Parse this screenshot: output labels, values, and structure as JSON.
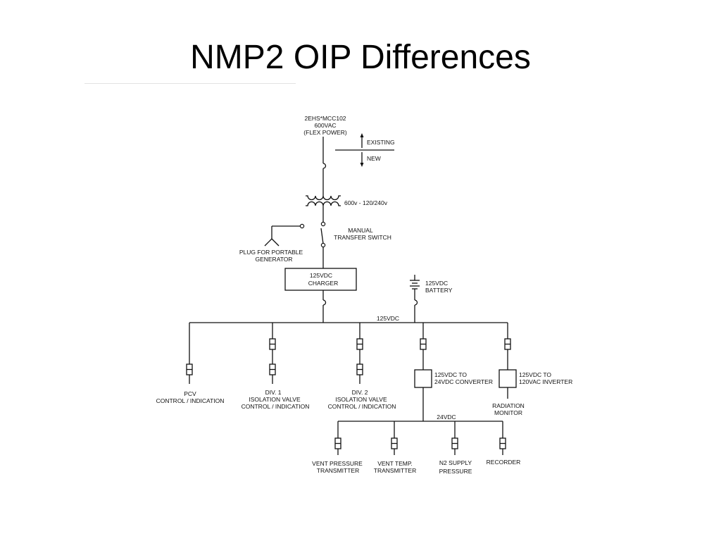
{
  "slide": {
    "title": "NMP2 OIP Differences"
  },
  "diagram": {
    "source": [
      "2EHS*MCC102",
      "600VAC",
      "(FLEX POWER)"
    ],
    "legend": {
      "existing": "EXISTING",
      "new": "NEW"
    },
    "transformer": "600v - 120/240v",
    "transfer_switch": [
      "MANUAL",
      "TRANSFER SWITCH"
    ],
    "generator_plug": [
      "PLUG FOR PORTABLE",
      "GENERATOR"
    ],
    "charger": [
      "125VDC",
      "CHARGER"
    ],
    "battery": [
      "125VDC",
      "BATTERY"
    ],
    "bus_125": "125VDC",
    "bus_24": "24VDC",
    "loads": {
      "pcv": [
        "PCV",
        "CONTROL / INDICATION"
      ],
      "div1": [
        "DIV. 1",
        "ISOLATION VALVE",
        "CONTROL / INDICATION"
      ],
      "div2": [
        "DIV. 2",
        "ISOLATION VALVE",
        "CONTROL / INDICATION"
      ]
    },
    "converter": [
      "125VDC TO",
      "24VDC CONVERTER"
    ],
    "inverter": [
      "125VDC TO",
      "120VAC INVERTER"
    ],
    "radiation_monitor": [
      "RADIATION",
      "MONITOR"
    ],
    "instruments": {
      "vent_pressure": [
        "VENT PRESSURE",
        "TRANSMITTER"
      ],
      "vent_temp": [
        "VENT TEMP.",
        "TRANSMITTER"
      ],
      "n2_supply": [
        "N2 SUPPLY",
        "PRESSURE"
      ],
      "recorder": [
        "RECORDER"
      ]
    }
  }
}
